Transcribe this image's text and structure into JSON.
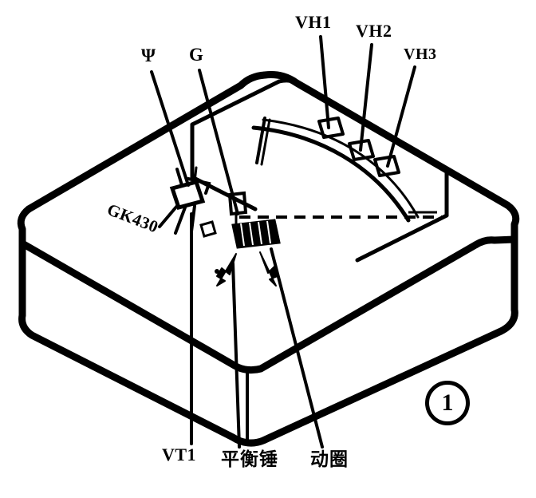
{
  "figure": {
    "number": "1",
    "subject": "isometric cutaway of an instrument enclosure showing internal components",
    "background_color": "#ffffff",
    "ink_color": "#000000"
  },
  "labels": {
    "top_terminals": [
      {
        "id": "vh1",
        "text": "VH1",
        "icon": "leader-line-icon"
      },
      {
        "id": "vh2",
        "text": "VH2",
        "icon": "leader-line-icon"
      },
      {
        "id": "vh3",
        "text": "VH3",
        "icon": "leader-line-icon"
      }
    ],
    "upper_left": [
      {
        "id": "psi",
        "text": "Ψ",
        "icon": "leader-line-icon"
      },
      {
        "id": "g",
        "text": "G",
        "icon": "leader-line-icon"
      }
    ],
    "part_number": {
      "id": "gk430",
      "text": "GK430"
    },
    "bottom": [
      {
        "id": "vt1",
        "text": "VT1",
        "icon": "leader-line-icon"
      },
      {
        "id": "balance_weight",
        "text": "平衡锤",
        "icon": "leader-line-icon"
      },
      {
        "id": "moving_coil",
        "text": "动圈",
        "icon": "leader-line-icon"
      }
    ]
  },
  "drawing": {
    "enclosure": "thick rounded isometric box, black outline on white",
    "top_panel": "inset quadrilateral window on the lid",
    "terminals_count": 3,
    "arc": "curved scale arc across the panel",
    "dashed_line": "horizontal dashed reference line through the mid section",
    "arrowheads_count": 2,
    "coil_block": "solid hatched rectangular coil block at centre"
  }
}
